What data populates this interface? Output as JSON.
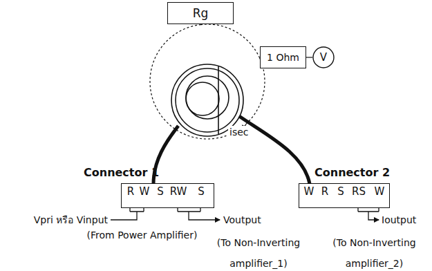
{
  "diagram": {
    "nodes": [
      {
        "text": [
          "Rg"
        ]
      },
      {
        "text": [
          "1 Ohm"
        ]
      },
      {
        "text": [
          "V"
        ]
      },
      {
        "text": [
          "Connector 1",
          "R",
          "W",
          "S",
          "RW",
          "S"
        ]
      },
      {
        "text": [
          "Connector 2",
          "W",
          "R",
          "S",
          "RS",
          "W"
        ]
      }
    ],
    "edges": [
      {
        "from": 0,
        "to": 1,
        "arrow": "none"
      },
      {
        "from": 1,
        "to": 0,
        "arrow": "none"
      },
      {
        "from": 1,
        "to": 2,
        "arrow": "none"
      }
    ],
    "labels": [
      "isec",
      "Vpri หรือ Vinput",
      "(From Power Amplifier)",
      "Voutput",
      "(To Non-Inverting amplifier_1)",
      "Ioutput",
      "(To Non-Inverting amplifier_2)"
    ]
  }
}
